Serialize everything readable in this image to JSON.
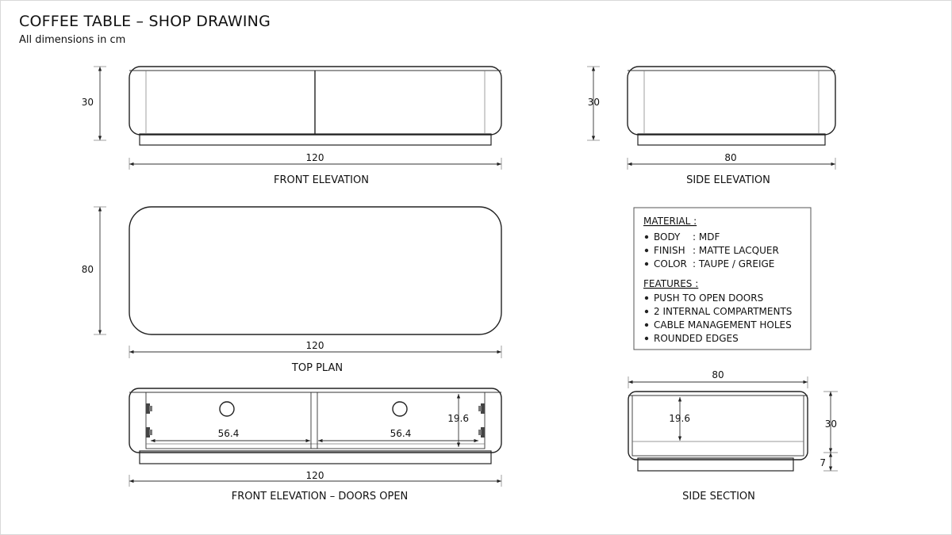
{
  "title": "COFFEE TABLE – SHOP DRAWING",
  "subtitle": "All dimensions in cm",
  "views": {
    "front": {
      "label": "FRONT ELEVATION",
      "width": "120",
      "height": "30"
    },
    "side": {
      "label": "SIDE ELEVATION",
      "width": "80",
      "height": "30"
    },
    "top": {
      "label": "TOP PLAN",
      "width": "120",
      "depth": "80"
    },
    "front_open": {
      "label": "FRONT ELEVATION – DOORS OPEN",
      "width": "120",
      "compartment_left": "56.4",
      "compartment_right": "56.4",
      "inner_height": "19.6"
    },
    "side_section": {
      "label": "SIDE SECTION",
      "width": "80",
      "inner_height": "19.6",
      "total_height": "30",
      "plinth_height": "7"
    }
  },
  "notes": {
    "material_heading": "MATERIAL :",
    "material": [
      {
        "key": "BODY",
        "sep": ": MDF"
      },
      {
        "key": "FINISH",
        "sep": ": MATTE LACQUER"
      },
      {
        "key": "COLOR",
        "sep": ": TAUPE / GREIGE"
      }
    ],
    "features_heading": "FEATURES :",
    "features": [
      "PUSH TO OPEN DOORS",
      "2 INTERNAL COMPARTMENTS",
      "CABLE MANAGEMENT HOLES",
      "ROUNDED EDGES"
    ]
  }
}
